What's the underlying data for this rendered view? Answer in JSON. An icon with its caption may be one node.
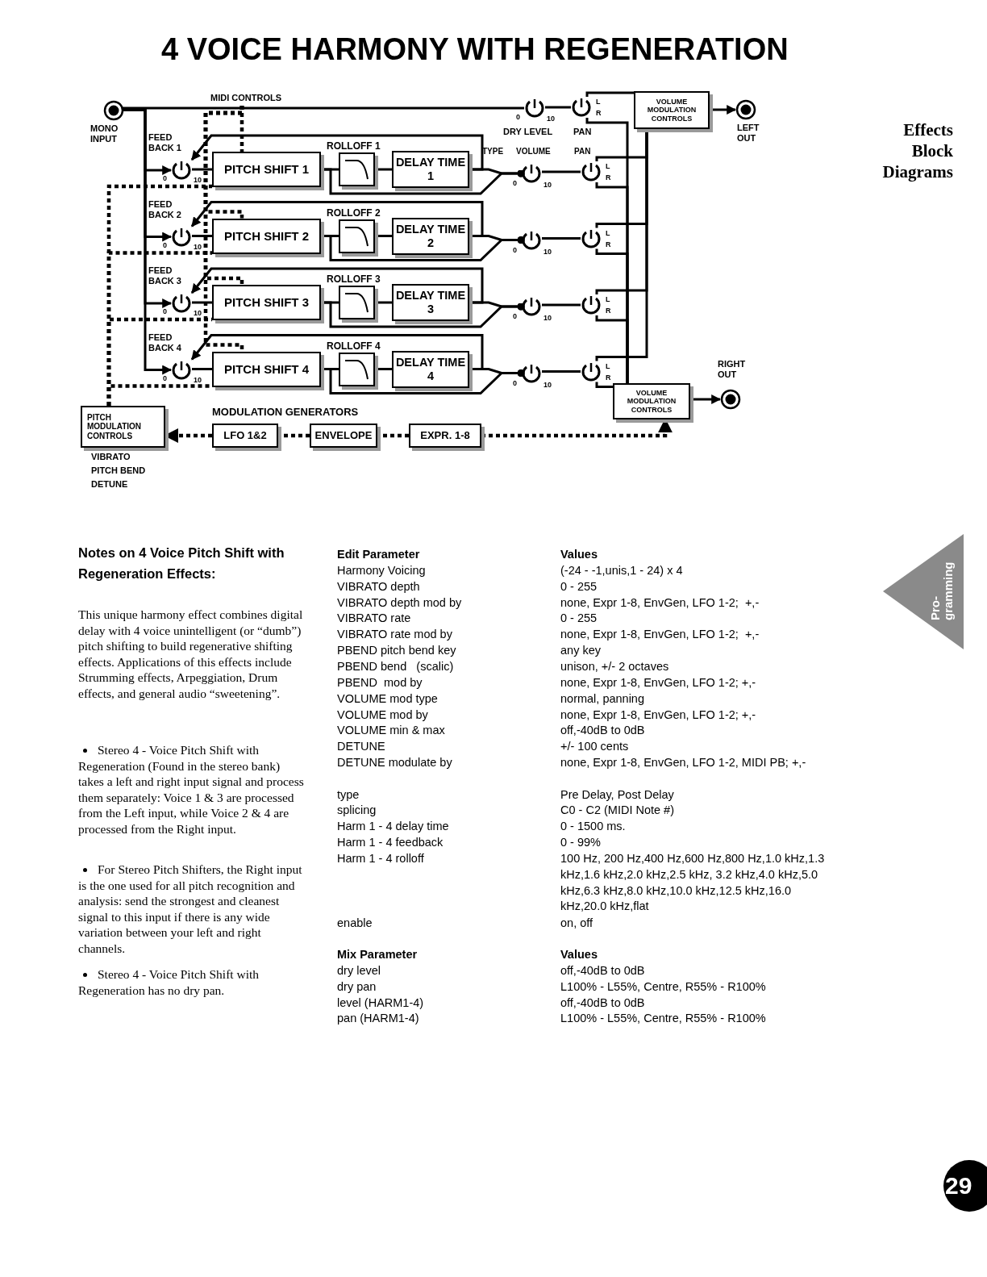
{
  "diagram": {
    "title": "4 VOICE HARMONY WITH REGENERATION",
    "nodes": [
      {
        "text": [],
        "shape": "circle",
        "beside": [
          "MONO INPUT"
        ]
      },
      {
        "text": [
          "MIDI CONTROLS"
        ]
      },
      {
        "text": [],
        "shape": "dial",
        "beside": [
          "0",
          "10",
          "DRY LEVEL"
        ]
      },
      {
        "text": [],
        "shape": "dial",
        "beside": [
          "L",
          "R",
          "PAN"
        ]
      },
      {
        "text": [
          "VOLUME MODULATION CONTROLS"
        ]
      },
      {
        "text": [],
        "shape": "circle",
        "beside": [
          "LEFT OUT"
        ]
      },
      {
        "text": [],
        "shape": "dial",
        "beside": [
          "0",
          "10",
          "FEED BACK 1"
        ]
      },
      {
        "text": [
          "PITCH SHIFT 1"
        ]
      },
      {
        "text": [
          "ROLLOFF 1"
        ]
      },
      {
        "text": [
          "DELAY TIME 1"
        ]
      },
      {
        "text": [],
        "shape": "dial",
        "beside": [
          "0",
          "10"
        ]
      },
      {
        "text": [],
        "shape": "dial",
        "beside": [
          "L",
          "R"
        ]
      },
      {
        "text": [],
        "shape": "dial",
        "beside": [
          "0",
          "10",
          "FEED BACK 2"
        ]
      },
      {
        "text": [
          "PITCH SHIFT 2"
        ]
      },
      {
        "text": [
          "ROLLOFF 2"
        ]
      },
      {
        "text": [
          "DELAY TIME 2"
        ]
      },
      {
        "text": [],
        "shape": "dial",
        "beside": [
          "0",
          "10"
        ]
      },
      {
        "text": [],
        "shape": "dial",
        "beside": [
          "L",
          "R"
        ]
      },
      {
        "text": [],
        "shape": "dial",
        "beside": [
          "0",
          "10",
          "FEED BACK 3"
        ]
      },
      {
        "text": [
          "PITCH SHIFT 3"
        ]
      },
      {
        "text": [
          "ROLLOFF 3"
        ]
      },
      {
        "text": [
          "DELAY TIME 3"
        ]
      },
      {
        "text": [],
        "shape": "dial",
        "beside": [
          "0",
          "10"
        ]
      },
      {
        "text": [],
        "shape": "dial",
        "beside": [
          "L",
          "R"
        ]
      },
      {
        "text": [],
        "shape": "dial",
        "beside": [
          "0",
          "10",
          "FEED BACK 4"
        ]
      },
      {
        "text": [
          "PITCH SHIFT 4"
        ]
      },
      {
        "text": [
          "ROLLOFF 4"
        ]
      },
      {
        "text": [
          "DELAY TIME 4"
        ]
      },
      {
        "text": [],
        "shape": "dial",
        "beside": [
          "0",
          "10"
        ]
      },
      {
        "text": [],
        "shape": "dial",
        "beside": [
          "L",
          "R"
        ]
      },
      {
        "text": [
          "VOLUME MODULATION CONTROLS"
        ]
      },
      {
        "text": [],
        "shape": "circle",
        "beside": [
          "RIGHT OUT"
        ]
      },
      {
        "text": [
          "PITCH MODULATION CONTROLS"
        ],
        "beside": [
          "VIBRATO",
          "PITCH BEND",
          "DETUNE"
        ]
      },
      {
        "text": [
          "LFO 1&2"
        ]
      },
      {
        "text": [
          "ENVELOPE"
        ]
      },
      {
        "text": [
          "EXPR. 1-8"
        ]
      }
    ],
    "edges": [
      {
        "from": 0,
        "to": 2,
        "arrow": "none"
      },
      {
        "from": 2,
        "to": 3,
        "arrow": "none"
      },
      {
        "from": 3,
        "to": 4,
        "arrow": "none"
      },
      {
        "from": 3,
        "to": 30,
        "arrow": "none"
      },
      {
        "from": 4,
        "to": 5,
        "arrow": "to"
      },
      {
        "from": 0,
        "to": 6,
        "arrow": "to"
      },
      {
        "from": 6,
        "to": 7,
        "arrow": "none"
      },
      {
        "from": 7,
        "to": 8,
        "arrow": "none"
      },
      {
        "from": 8,
        "to": 9,
        "arrow": "none"
      },
      {
        "from": 9,
        "to": 6,
        "arrow": "to"
      },
      {
        "from": 7,
        "to": 10,
        "arrow": "other"
      },
      {
        "from": 9,
        "to": 10,
        "arrow": "other"
      },
      {
        "from": 10,
        "to": 11,
        "arrow": "none"
      },
      {
        "from": 11,
        "to": 4,
        "arrow": "none"
      },
      {
        "from": 11,
        "to": 30,
        "arrow": "none"
      },
      {
        "from": 0,
        "to": 12,
        "arrow": "to"
      },
      {
        "from": 12,
        "to": 13,
        "arrow": "none"
      },
      {
        "from": 13,
        "to": 14,
        "arrow": "none"
      },
      {
        "from": 14,
        "to": 15,
        "arrow": "none"
      },
      {
        "from": 15,
        "to": 12,
        "arrow": "to"
      },
      {
        "from": 13,
        "to": 16,
        "arrow": "other"
      },
      {
        "from": 15,
        "to": 16,
        "arrow": "other"
      },
      {
        "from": 16,
        "to": 17,
        "arrow": "none"
      },
      {
        "from": 17,
        "to": 4,
        "arrow": "none"
      },
      {
        "from": 17,
        "to": 30,
        "arrow": "none"
      },
      {
        "from": 0,
        "to": 18,
        "arrow": "to"
      },
      {
        "from": 18,
        "to": 19,
        "arrow": "none"
      },
      {
        "from": 19,
        "to": 20,
        "arrow": "none"
      },
      {
        "from": 20,
        "to": 21,
        "arrow": "none"
      },
      {
        "from": 21,
        "to": 18,
        "arrow": "to"
      },
      {
        "from": 19,
        "to": 22,
        "arrow": "other"
      },
      {
        "from": 21,
        "to": 22,
        "arrow": "other"
      },
      {
        "from": 22,
        "to": 23,
        "arrow": "none"
      },
      {
        "from": 23,
        "to": 4,
        "arrow": "none"
      },
      {
        "from": 23,
        "to": 30,
        "arrow": "none"
      },
      {
        "from": 0,
        "to": 24,
        "arrow": "to"
      },
      {
        "from": 24,
        "to": 25,
        "arrow": "none"
      },
      {
        "from": 25,
        "to": 26,
        "arrow": "none"
      },
      {
        "from": 26,
        "to": 27,
        "arrow": "none"
      },
      {
        "from": 27,
        "to": 24,
        "arrow": "to"
      },
      {
        "from": 25,
        "to": 28,
        "arrow": "other"
      },
      {
        "from": 27,
        "to": 28,
        "arrow": "other"
      },
      {
        "from": 28,
        "to": 29,
        "arrow": "none"
      },
      {
        "from": 29,
        "to": 4,
        "arrow": "none"
      },
      {
        "from": 29,
        "to": 30,
        "arrow": "none"
      },
      {
        "from": 30,
        "to": 31,
        "arrow": "to"
      },
      {
        "from": 33,
        "to": 32,
        "arrow": "to",
        "style": "dashed"
      },
      {
        "from": 34,
        "to": 33,
        "arrow": "none",
        "style": "dashed"
      },
      {
        "from": 35,
        "to": 34,
        "arrow": "none",
        "style": "dashed"
      },
      {
        "from": 35,
        "to": 30,
        "arrow": "to",
        "style": "dashed"
      },
      {
        "from": 32,
        "to": 7,
        "arrow": "none",
        "style": "dashed"
      },
      {
        "from": 32,
        "to": 13,
        "arrow": "none",
        "style": "dashed"
      },
      {
        "from": 32,
        "to": 19,
        "arrow": "none",
        "style": "dashed"
      },
      {
        "from": 32,
        "to": 25,
        "arrow": "none",
        "style": "dashed"
      },
      {
        "from": 1,
        "to": 7,
        "arrow": "none",
        "style": "dashed"
      },
      {
        "from": 1,
        "to": 13,
        "arrow": "none",
        "style": "dashed"
      },
      {
        "from": 1,
        "to": 19,
        "arrow": "none",
        "style": "dashed"
      },
      {
        "from": 1,
        "to": 25,
        "arrow": "none",
        "style": "dashed"
      }
    ],
    "labels": [
      "Effects Block Diagrams",
      "TYPE",
      "VOLUME",
      "PAN",
      "MODULATION GENERATORS",
      "Notes on 4 Voice Pitch Shift with Regeneration Effects:",
      "This unique harmony effect combines digital delay with 4 voice unintelligent (or “dumb”) pitch shifting to build regenerative shifting effects. Applications of this effects include Strumming effects, Arpeggiation, Drum effects, and general audio “sweetening”.",
      "Stereo 4 - Voice Pitch Shift with Regeneration (Found in the stereo bank) takes a left and right input signal and process them separately: Voice 1 & 3 are processed from the Left input, while Voice 2 & 4 are processed from the Right input.",
      "For Stereo Pitch Shifters, the Right input is the one used for all pitch recognition and analysis: send the strongest and cleanest signal to this input if there is any wide variation between your left and right channels.",
      "Stereo 4 - Voice Pitch Shift with Regeneration has no dry pan.",
      "Edit Parameter",
      "Values",
      "Harmony Voicing",
      "(-24 - -1,unis,1 - 24) x 4",
      "VIBRATO depth",
      "0 - 255",
      "VIBRATO depth mod by",
      "none, Expr 1-8, EnvGen, LFO 1-2;  +,-",
      "VIBRATO rate",
      "0 - 255",
      "VIBRATO rate mod by",
      "none, Expr 1-8, EnvGen, LFO 1-2;  +,-",
      "PBEND pitch bend key",
      "any key",
      "PBEND bend   (scalic)",
      "unison, +/- 2 octaves",
      "PBEND  mod by",
      "none, Expr 1-8, EnvGen, LFO 1-2; +,-",
      "VOLUME mod type",
      "normal, panning",
      "VOLUME mod by",
      "none, Expr 1-8, EnvGen, LFO 1-2; +,-",
      "VOLUME min & max",
      "off,-40dB to 0dB",
      "DETUNE",
      "+/- 100 cents",
      "DETUNE modulate by",
      "none, Expr 1-8, EnvGen, LFO 1-2, MIDI PB; +,-",
      "type",
      "Pre Delay, Post Delay",
      "splicing",
      "C0 - C2 (MIDI Note #)",
      "Harm 1 - 4 delay time",
      "0 - 1500 ms.",
      "Harm 1 - 4 feedback",
      "0 - 99%",
      "Harm 1 - 4 rolloff",
      "100 Hz, 200 Hz,400 Hz,600 Hz,800 Hz,1.0 kHz,1.3 kHz,1.6 kHz,2.0 kHz,2.5 kHz, 3.2 kHz,4.0 kHz,5.0 kHz,6.3 kHz,8.0 kHz,10.0 kHz,12.5 kHz,16.0 kHz,20.0 kHz,flat",
      "enable",
      "on, off",
      "Mix Parameter",
      "Values",
      "dry level",
      "off,-40dB to 0dB",
      "dry pan",
      "L100% - L55%, Centre, R55% - R100%",
      "level (HARM1-4)",
      "off,-40dB to 0dB",
      "pan (HARM1-4)",
      "L100% - L55%, Centre, R55% - R100%",
      "Pro-gramming",
      "29"
    ]
  }
}
